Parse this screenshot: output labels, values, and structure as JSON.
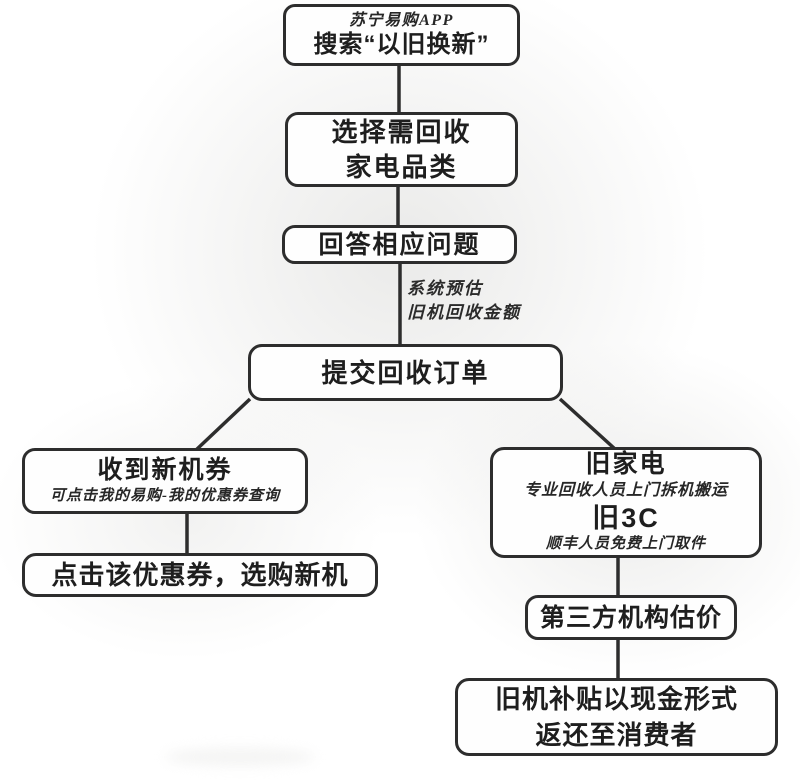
{
  "colors": {
    "line": "#2d2d2d",
    "box_fill": "#fefefe",
    "background": "#ffffff"
  },
  "diagram": {
    "nodes": {
      "search": {
        "note": "苏宁易购APP",
        "title": "搜索“以旧换新”"
      },
      "select": {
        "title_line1": "选择需回收",
        "title_line2": "家电品类"
      },
      "answer": {
        "title": "回答相应问题"
      },
      "submit": {
        "title": "提交回收订单"
      },
      "coupon": {
        "title": "收到新机券",
        "note": "可点击我的易购-我的优惠券查询"
      },
      "use_coupon": {
        "title": "点击该优惠券，选购新机"
      },
      "old_devices": {
        "title1": "旧家电",
        "note1": "专业回收人员上门拆机搬运",
        "title2": "旧3C",
        "note2": "顺丰人员免费上门取件"
      },
      "appraisal": {
        "title": "第三方机构估价"
      },
      "cash_back": {
        "title_line1": "旧机补贴以现金形式",
        "title_line2": "返还至消费者"
      }
    },
    "edge_labels": {
      "estimate_line1": "系统预估",
      "estimate_line2": "旧机回收金额"
    }
  }
}
